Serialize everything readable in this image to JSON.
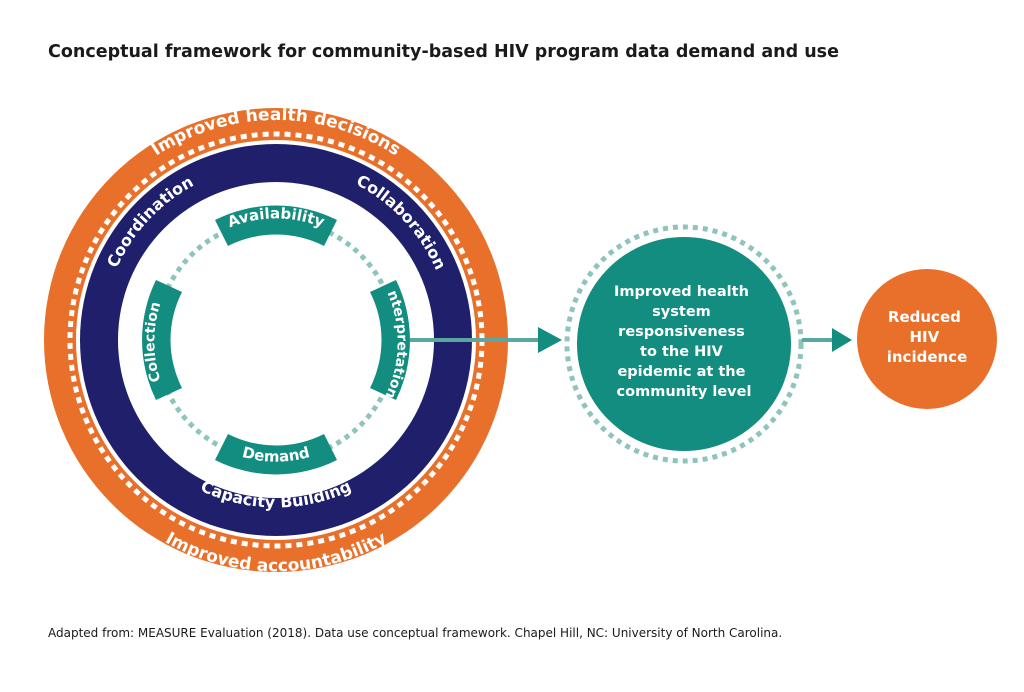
{
  "title": "Conceptual framework for community-based HIV program data demand and use",
  "source": "Adapted from: MEASURE Evaluation (2018). Data use conceptual framework. Chapel Hill, NC: University of North Carolina.",
  "colors": {
    "orange": "#e8702a",
    "navy": "#1f1f6b",
    "teal": "#138d7f",
    "dots": "#8fc4bd",
    "arrow": "#5aa6a0"
  },
  "outer_ring": {
    "top_label": "Improved health decisions",
    "bottom_label": "Improved accountability"
  },
  "middle_ring": {
    "top_left_label": "Coordination",
    "top_right_label": "Collaboration",
    "bottom_label": "Capacity Building"
  },
  "inner_cycle": {
    "availability": "Availability",
    "interpretation": "Interpretation",
    "demand": "Demand",
    "collection": "Collection"
  },
  "outcome_circle": {
    "lines": [
      "Improved health",
      "system",
      "responsiveness",
      "to the HIV",
      "epidemic at the",
      "community level"
    ]
  },
  "impact_circle": {
    "lines": [
      "Reduced",
      "HIV",
      "incidence"
    ]
  }
}
